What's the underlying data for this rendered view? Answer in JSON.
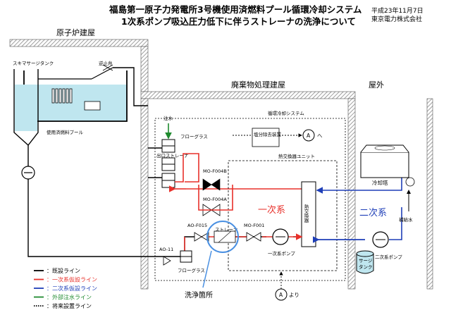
{
  "header": {
    "title_line1": "福島第一原子力発電所3号機使用済燃料プール循環冷却システム",
    "title_line2": "1次系ポンプ吸込圧力低下に伴うストレーナの洗浄について",
    "date": "平成23年11月7日",
    "company": "東京電力株式会社"
  },
  "buildings": {
    "reactor": "原子炉建屋",
    "waste": "廃棄物処理建屋",
    "outdoor": "屋外"
  },
  "labels": {
    "skimmer": "スキマサージタンク",
    "check_valve": "逆止弁",
    "pool": "使用済燃料プール",
    "cooling_system": "循環冷却システム",
    "water_injection": "注水",
    "flow_glass_top": "フローグラス",
    "outlet_strainer": "出口ストレーナ",
    "desalination": "塩分除去装置",
    "to_a": "へ",
    "a_circle": "A",
    "hx_unit": "熱交換器ユニット",
    "valve_b": "MO-F004B",
    "valve_a": "MO-F004A",
    "primary": "一次系",
    "heat_exchanger": "熱交換器",
    "secondary": "二次系",
    "cooling_tower": "冷却塔",
    "makeup_water": "補給水",
    "ao_f015": "AO-F015",
    "strainer": "ストレーナ",
    "mo_f001": "MO-F001",
    "ao_11": "AO-11",
    "flow_glass_bottom": "フローグラス",
    "primary_pump": "一次系ポンプ",
    "surge_tank_line1": "サージ",
    "surge_tank_line2": "タンク",
    "secondary_pump": "二次系ポンプ",
    "from_a": "より",
    "wash_point": "洗浄箇所"
  },
  "legend": [
    {
      "mark": "—",
      "text": "：既設ライン",
      "color": "#000000"
    },
    {
      "mark": "—",
      "text": "：一次系仮設ライン",
      "color": "#e8302a"
    },
    {
      "mark": "—",
      "text": "：二次系仮設ライン",
      "color": "#1f3fb8"
    },
    {
      "mark": "—",
      "text": "：外部注水ライン",
      "color": "#1e8a2e"
    },
    {
      "mark": "……",
      "text": "：将来設置ライン",
      "color": "#000000"
    }
  ],
  "colors": {
    "primary_line": "#e8302a",
    "secondary_line": "#1f3fb8",
    "injection_line": "#1e8a2e",
    "existing_line": "#000000",
    "pool_water": "#bfe6ef",
    "wall_hatch": "#9a9a9a",
    "highlight_circle": "#4a90e2"
  }
}
